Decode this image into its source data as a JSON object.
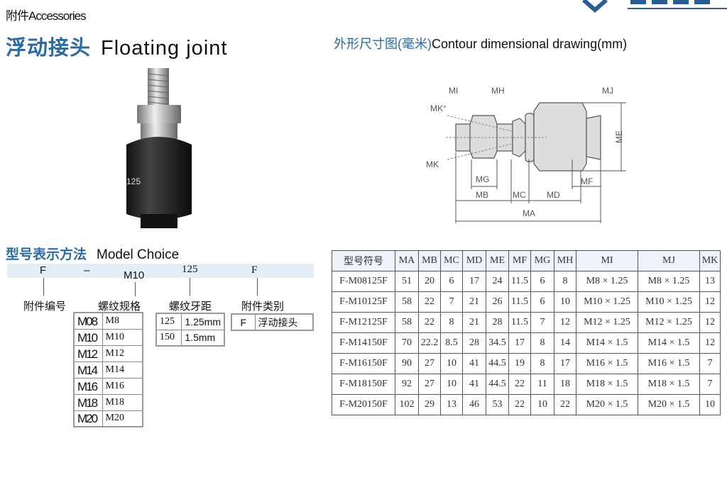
{
  "header": {
    "breadcrumb": "附件Accessories",
    "title_cn": "浮动接头",
    "title_en": "Floating  joint"
  },
  "product_image": {
    "label": "125"
  },
  "drawing": {
    "heading_cn": "外形尺寸图(毫米)",
    "heading_en": "Contour dimensional drawing(mm)",
    "labels": {
      "mi": "MI",
      "mh": "MH",
      "mj": "MJ",
      "mk1": "MK°",
      "mk2": "MK",
      "me": "ME",
      "mg": "MG",
      "mf": "MF",
      "mb": "MB",
      "mc": "MC",
      "md": "MD",
      "ma": "MA"
    }
  },
  "model_choice": {
    "heading_cn": "型号表示方法",
    "heading_en": "Model Choice",
    "code": {
      "prefix": "F",
      "dash": "–",
      "thread": "M10",
      "pitch": "125",
      "type": "F"
    },
    "labels": {
      "prefix": "附件编号",
      "thread": "螺纹规格",
      "pitch": "螺纹牙距",
      "type": "附件类别"
    },
    "threads": [
      [
        "M08",
        "M8"
      ],
      [
        "M10",
        "M10"
      ],
      [
        "M12",
        "M12"
      ],
      [
        "M14",
        "M14"
      ],
      [
        "M16",
        "M16"
      ],
      [
        "M18",
        "M18"
      ],
      [
        "M20",
        "M20"
      ]
    ],
    "pitches": [
      [
        "125",
        "1.25mm"
      ],
      [
        "150",
        "1.5mm"
      ]
    ],
    "types": [
      [
        "F",
        "浮动接头"
      ]
    ]
  },
  "spec_table": {
    "headers": [
      "型号符号",
      "MA",
      "MB",
      "MC",
      "MD",
      "ME",
      "MF",
      "MG",
      "MH",
      "MI",
      "MJ",
      "MK"
    ],
    "rows": [
      [
        "F-M08125F",
        "51",
        "20",
        "6",
        "17",
        "24",
        "11.5",
        "6",
        "8",
        "M8 × 1.25",
        "M8 × 1.25",
        "13"
      ],
      [
        "F-M10125F",
        "58",
        "22",
        "7",
        "21",
        "26",
        "11.5",
        "6",
        "10",
        "M10 × 1.25",
        "M10 × 1.25",
        "12"
      ],
      [
        "F-M12125F",
        "58",
        "22",
        "8",
        "21",
        "28",
        "11.5",
        "7",
        "12",
        "M12 × 1.25",
        "M12 × 1.25",
        "12"
      ],
      [
        "F-M14150F",
        "70",
        "22.2",
        "8.5",
        "28",
        "34.5",
        "17",
        "8",
        "14",
        "M14 × 1.5",
        "M14 × 1.5",
        "12"
      ],
      [
        "F-M16150F",
        "90",
        "27",
        "10",
        "41",
        "44.5",
        "19",
        "8",
        "17",
        "M16 × 1.5",
        "M16 × 1.5",
        "7"
      ],
      [
        "F-M18150F",
        "92",
        "27",
        "10",
        "41",
        "44.5",
        "22",
        "11",
        "18",
        "M18 × 1.5",
        "M18 × 1.5",
        "7"
      ],
      [
        "F-M20150F",
        "102",
        "29",
        "13",
        "46",
        "53",
        "22",
        "10",
        "22",
        "M20 × 1.5",
        "M20 × 1.5",
        "10"
      ]
    ]
  }
}
